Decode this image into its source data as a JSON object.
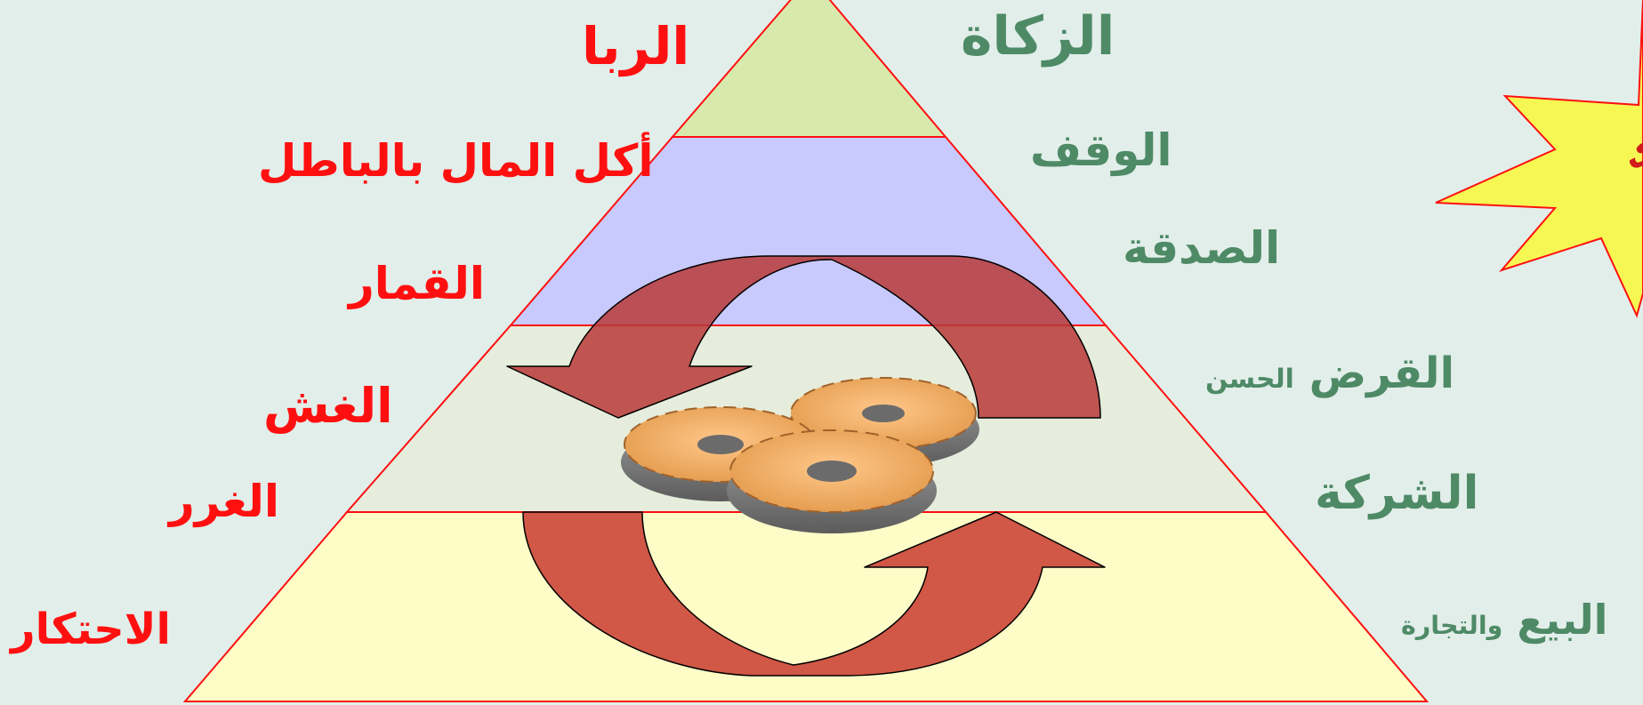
{
  "prohibited": {
    "riba": "الربا",
    "akl_mal": "أكل المال بالباطل",
    "qimar": "القمار",
    "ghish": "الغش",
    "gharar": "الغرر",
    "ihtikar": "الاحتكار"
  },
  "permitted": {
    "zakat": "الزكاة",
    "waqf": "الوقف",
    "sadaqa": "الصدقة",
    "qard_main": "القرض",
    "qard_small": "الحسن",
    "sharika": "الشركة",
    "bay_main": "البيع",
    "bay_small": "والتجارة"
  },
  "burst": {
    "text": "ادي"
  },
  "colors": {
    "background": "#e2eeea",
    "prohibited_text": "#ff1010",
    "permitted_text": "#4e8a66",
    "tier1": "#d8e9ad",
    "tier2": "#c8c9fd",
    "tier3": "#e6eddc",
    "tier4": "#fefdc8",
    "burst": "#f7f753",
    "arrows": "#c8412f"
  },
  "icons": [
    "pyramid-diagram",
    "cycle-arrows-icon",
    "gears-icon",
    "starburst-shape"
  ]
}
